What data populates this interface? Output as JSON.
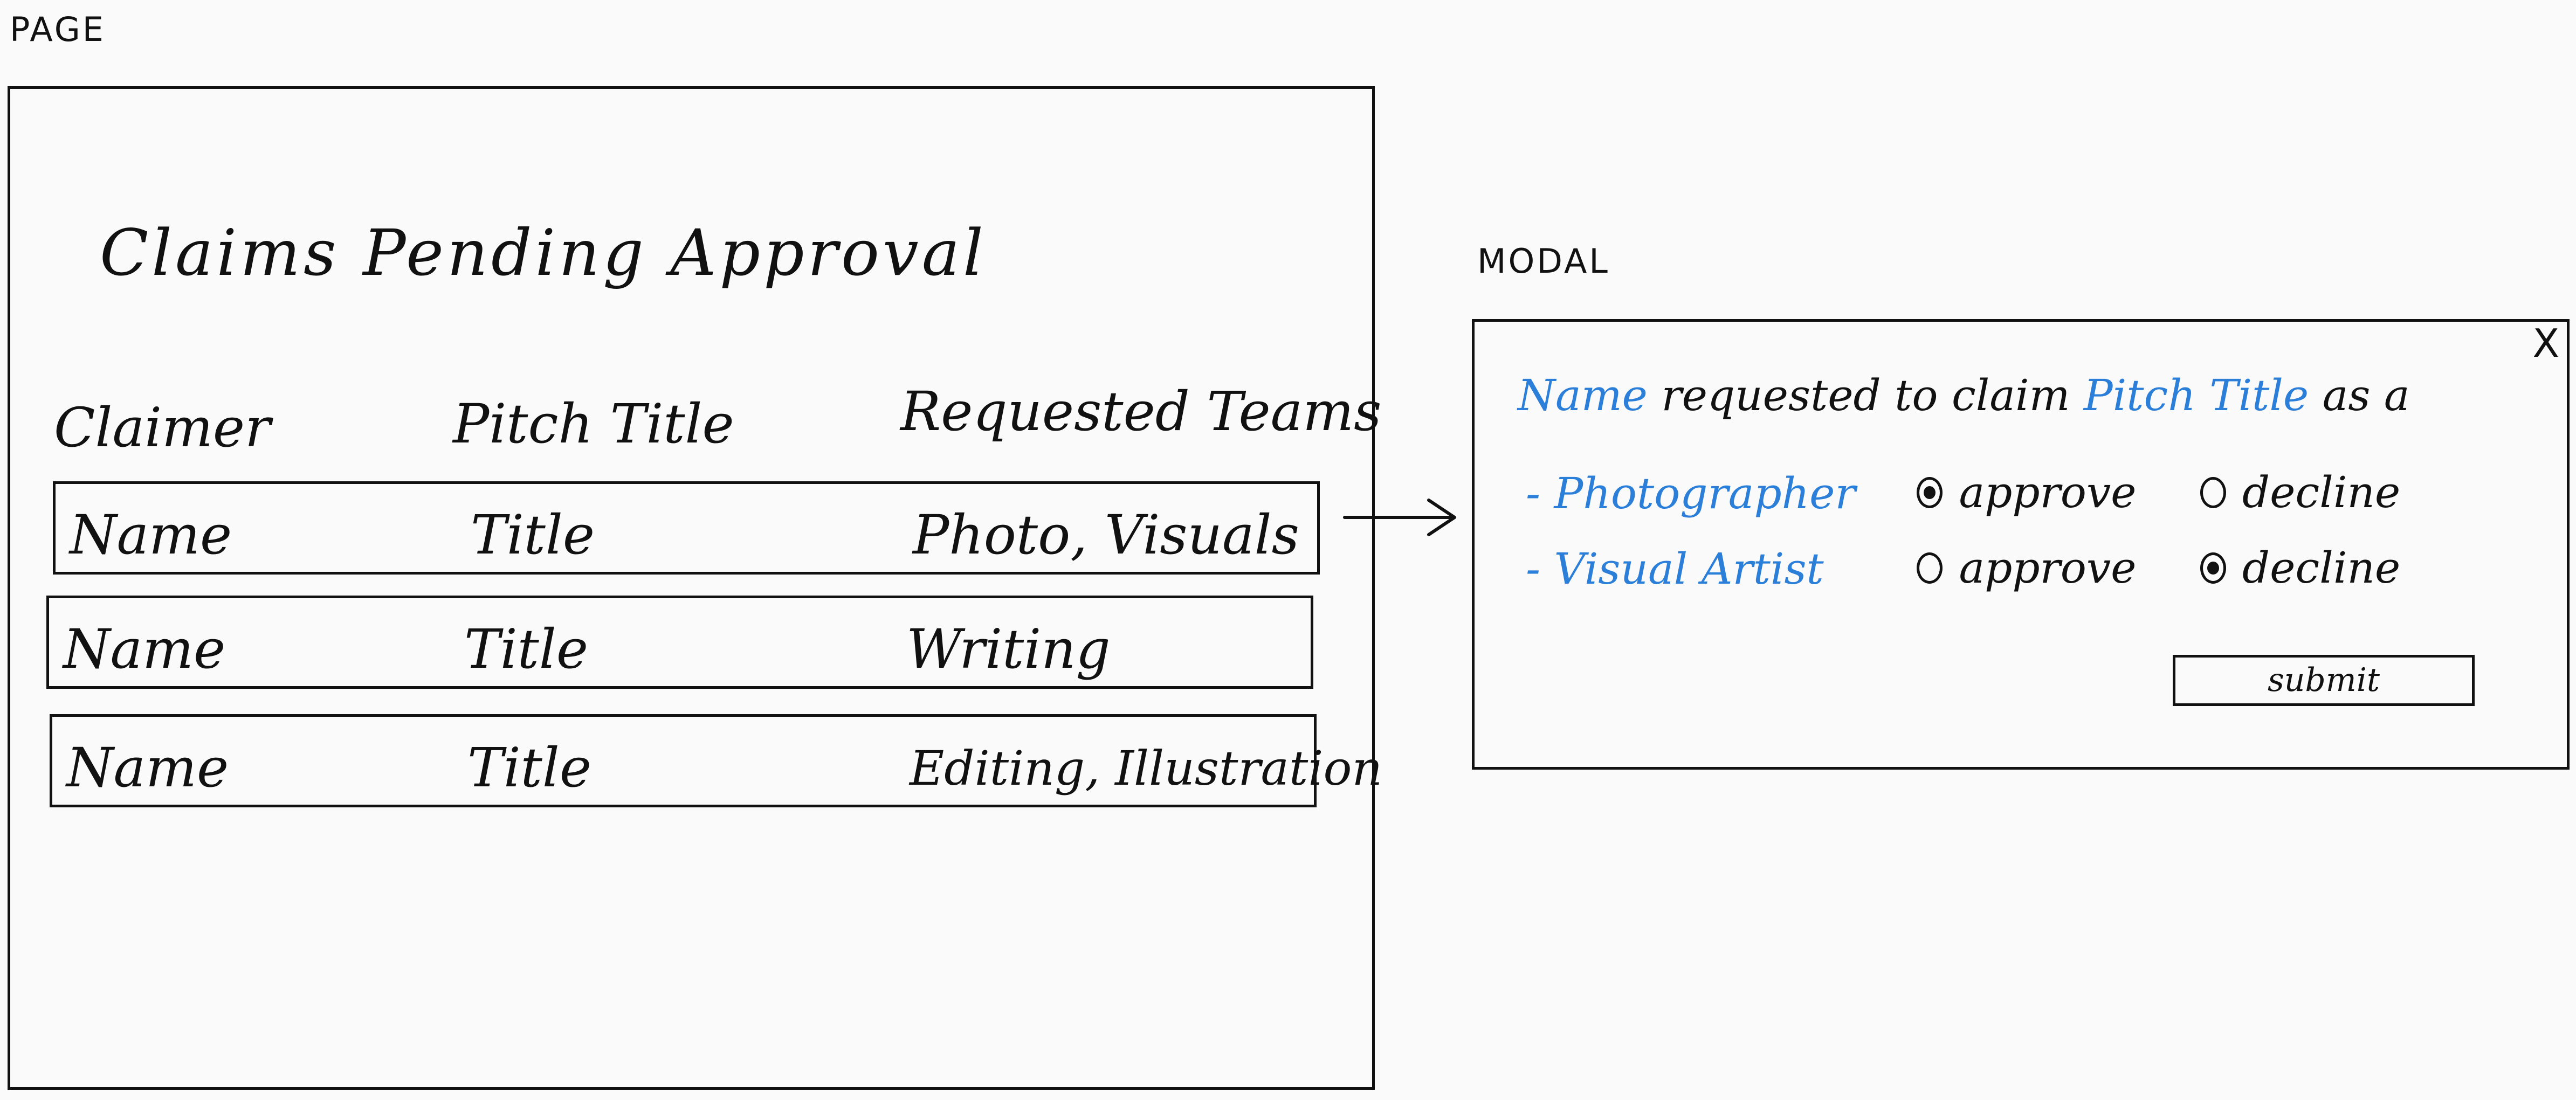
{
  "labels": {
    "page": "PAGE",
    "modal": "MODAL"
  },
  "page": {
    "title": "Claims Pending Approval",
    "columns": {
      "claimer": "Claimer",
      "pitch_title": "Pitch Title",
      "requested_teams": "Requested Teams"
    },
    "rows": [
      {
        "name": "Name",
        "title": "Title",
        "teams": "Photo, Visuals"
      },
      {
        "name": "Name",
        "title": "Title",
        "teams": "Writing"
      },
      {
        "name": "Name",
        "title": "Title",
        "teams": "Editing, Illustration"
      }
    ]
  },
  "modal": {
    "close": "X",
    "message": {
      "name": "Name",
      "text1": "requested to claim",
      "pitch": "Pitch Title",
      "text2": "as a"
    },
    "teams": [
      {
        "label": "- Photographer",
        "approve": "approve",
        "decline": "decline",
        "selected": "approve"
      },
      {
        "label": "- Visual Artist",
        "approve": "approve",
        "decline": "decline",
        "selected": "decline"
      }
    ],
    "submit_label": "submit"
  },
  "colors": {
    "accent": "#2b7fd9",
    "ink": "#111111",
    "background": "#fafafa"
  }
}
